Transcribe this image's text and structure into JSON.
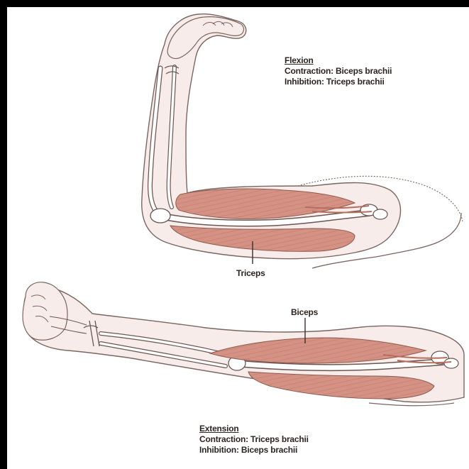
{
  "colors": {
    "background": "#000000",
    "paper": "#ffffff",
    "muscle": "#d49284",
    "muscle_stripe": "#b86a5c",
    "tendon": "#e8b8ab",
    "bone_fill": "#ffffff",
    "skin": "#f6e8e4",
    "line": "#5a4a46"
  },
  "flexion": {
    "title": "Flexion",
    "contraction": "Contraction:  Biceps brachii",
    "inhibition": "Inhibition:  Triceps brachii"
  },
  "extension": {
    "title": "Extension",
    "contraction": "Contraction:  Triceps brachii",
    "inhibition": "Inhibition:  Biceps brachii"
  },
  "labels": {
    "triceps": "Triceps",
    "biceps": "Biceps"
  }
}
